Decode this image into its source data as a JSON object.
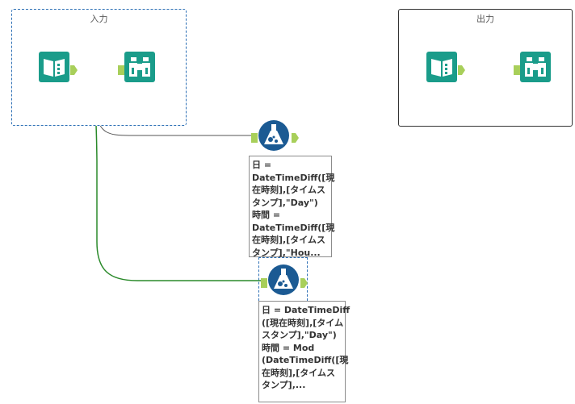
{
  "containers": {
    "input_title": "入力",
    "output_title": "出力"
  },
  "annotations": {
    "formula1": [
      "日 =",
      "DateTimeDiff([現",
      "在時刻],[タイムス",
      "タンプ],\"Day\")",
      "時間 =",
      "DateTimeDiff([現",
      "在時刻],[タイムス",
      "タンプ],\"Hou..."
    ],
    "formula2": [
      "日 = DateTimeDiff",
      "([現在時刻],[タイム",
      "スタンプ],\"Day\")",
      "時間 = Mod",
      "(DateTimeDiff([現",
      "在時刻],[タイムス",
      "タンプ],..."
    ]
  },
  "icons": {
    "input_tool": "book-input-icon",
    "browse_tool": "binoculars-icon",
    "formula_tool": "flask-icon"
  },
  "colors": {
    "input_tool": "#1a9c8a",
    "browse_tool": "#1a9c8a",
    "formula_tool": "#1b5a93",
    "anchor": "#a8cf5a",
    "connection": "#555555",
    "connection_selected": "#2a8a2a"
  }
}
